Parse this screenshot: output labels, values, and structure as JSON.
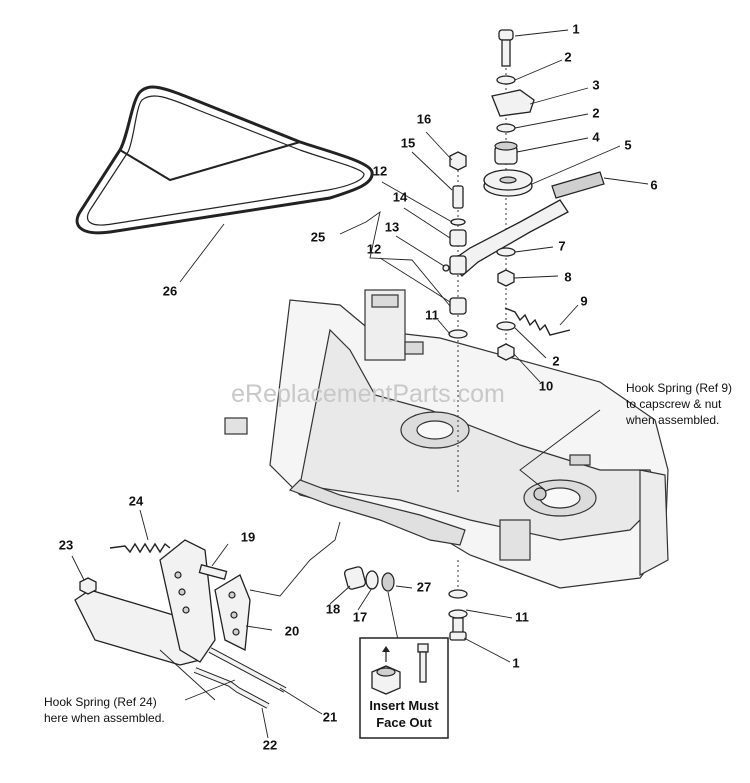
{
  "watermark": "eReplacementParts.com",
  "callouts": [
    {
      "id": "c1a",
      "label": "1"
    },
    {
      "id": "c2a",
      "label": "2"
    },
    {
      "id": "c3",
      "label": "3"
    },
    {
      "id": "c2b",
      "label": "2"
    },
    {
      "id": "c4",
      "label": "4"
    },
    {
      "id": "c5",
      "label": "5"
    },
    {
      "id": "c6",
      "label": "6"
    },
    {
      "id": "c7",
      "label": "7"
    },
    {
      "id": "c8",
      "label": "8"
    },
    {
      "id": "c9",
      "label": "9"
    },
    {
      "id": "c2c",
      "label": "2"
    },
    {
      "id": "c10",
      "label": "10"
    },
    {
      "id": "c16",
      "label": "16"
    },
    {
      "id": "c15",
      "label": "15"
    },
    {
      "id": "c12a",
      "label": "12"
    },
    {
      "id": "c14",
      "label": "14"
    },
    {
      "id": "c13",
      "label": "13"
    },
    {
      "id": "c12b",
      "label": "12"
    },
    {
      "id": "c25",
      "label": "25"
    },
    {
      "id": "c26",
      "label": "26"
    },
    {
      "id": "c11a",
      "label": "11"
    },
    {
      "id": "c24",
      "label": "24"
    },
    {
      "id": "c23",
      "label": "23"
    },
    {
      "id": "c19",
      "label": "19"
    },
    {
      "id": "c20",
      "label": "20"
    },
    {
      "id": "c18",
      "label": "18"
    },
    {
      "id": "c17",
      "label": "17"
    },
    {
      "id": "c27",
      "label": "27"
    },
    {
      "id": "c11b",
      "label": "11"
    },
    {
      "id": "c1b",
      "label": "1"
    },
    {
      "id": "c21",
      "label": "21"
    },
    {
      "id": "c22",
      "label": "22"
    }
  ],
  "notes": {
    "hook9": [
      "Hook Spring (Ref 9)",
      "to capscrew & nut",
      "when assembled."
    ],
    "hook24": [
      "Hook Spring (Ref 24)",
      "here when assembled."
    ]
  },
  "inset": {
    "line1": "Insert Must",
    "line2": "Face Out"
  }
}
